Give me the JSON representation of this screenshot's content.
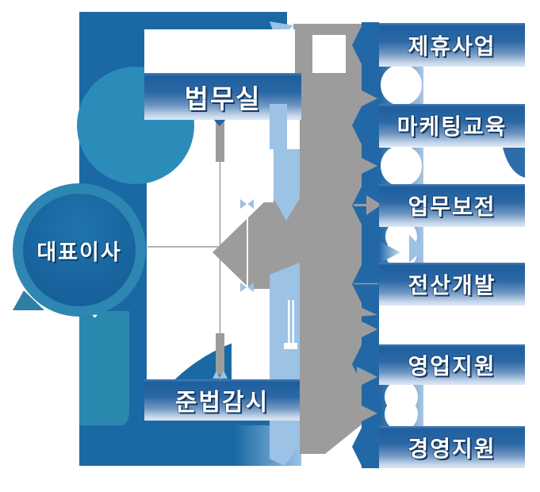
{
  "org_chart": {
    "ceo": {
      "label": "대표이사"
    },
    "staff_boxes": [
      {
        "label": "법무실"
      },
      {
        "label": "준법감시"
      }
    ],
    "departments": [
      {
        "label": "제휴사업"
      },
      {
        "label": "마케팅교육"
      },
      {
        "label": "업무보전"
      },
      {
        "label": "전산개발"
      },
      {
        "label": "영업지원"
      },
      {
        "label": "경영지원"
      }
    ],
    "colors": {
      "primary_blue": "#1a69a4",
      "teal": "#2b8cba",
      "teal_column": "#2a87ae",
      "light_blue": "#9cc2e5",
      "connector_gray": "#9c9c9c",
      "box_gradient_top": "#1e5f9f",
      "box_gradient_bottom": "#dce7f4",
      "text": "#ffffff"
    }
  }
}
